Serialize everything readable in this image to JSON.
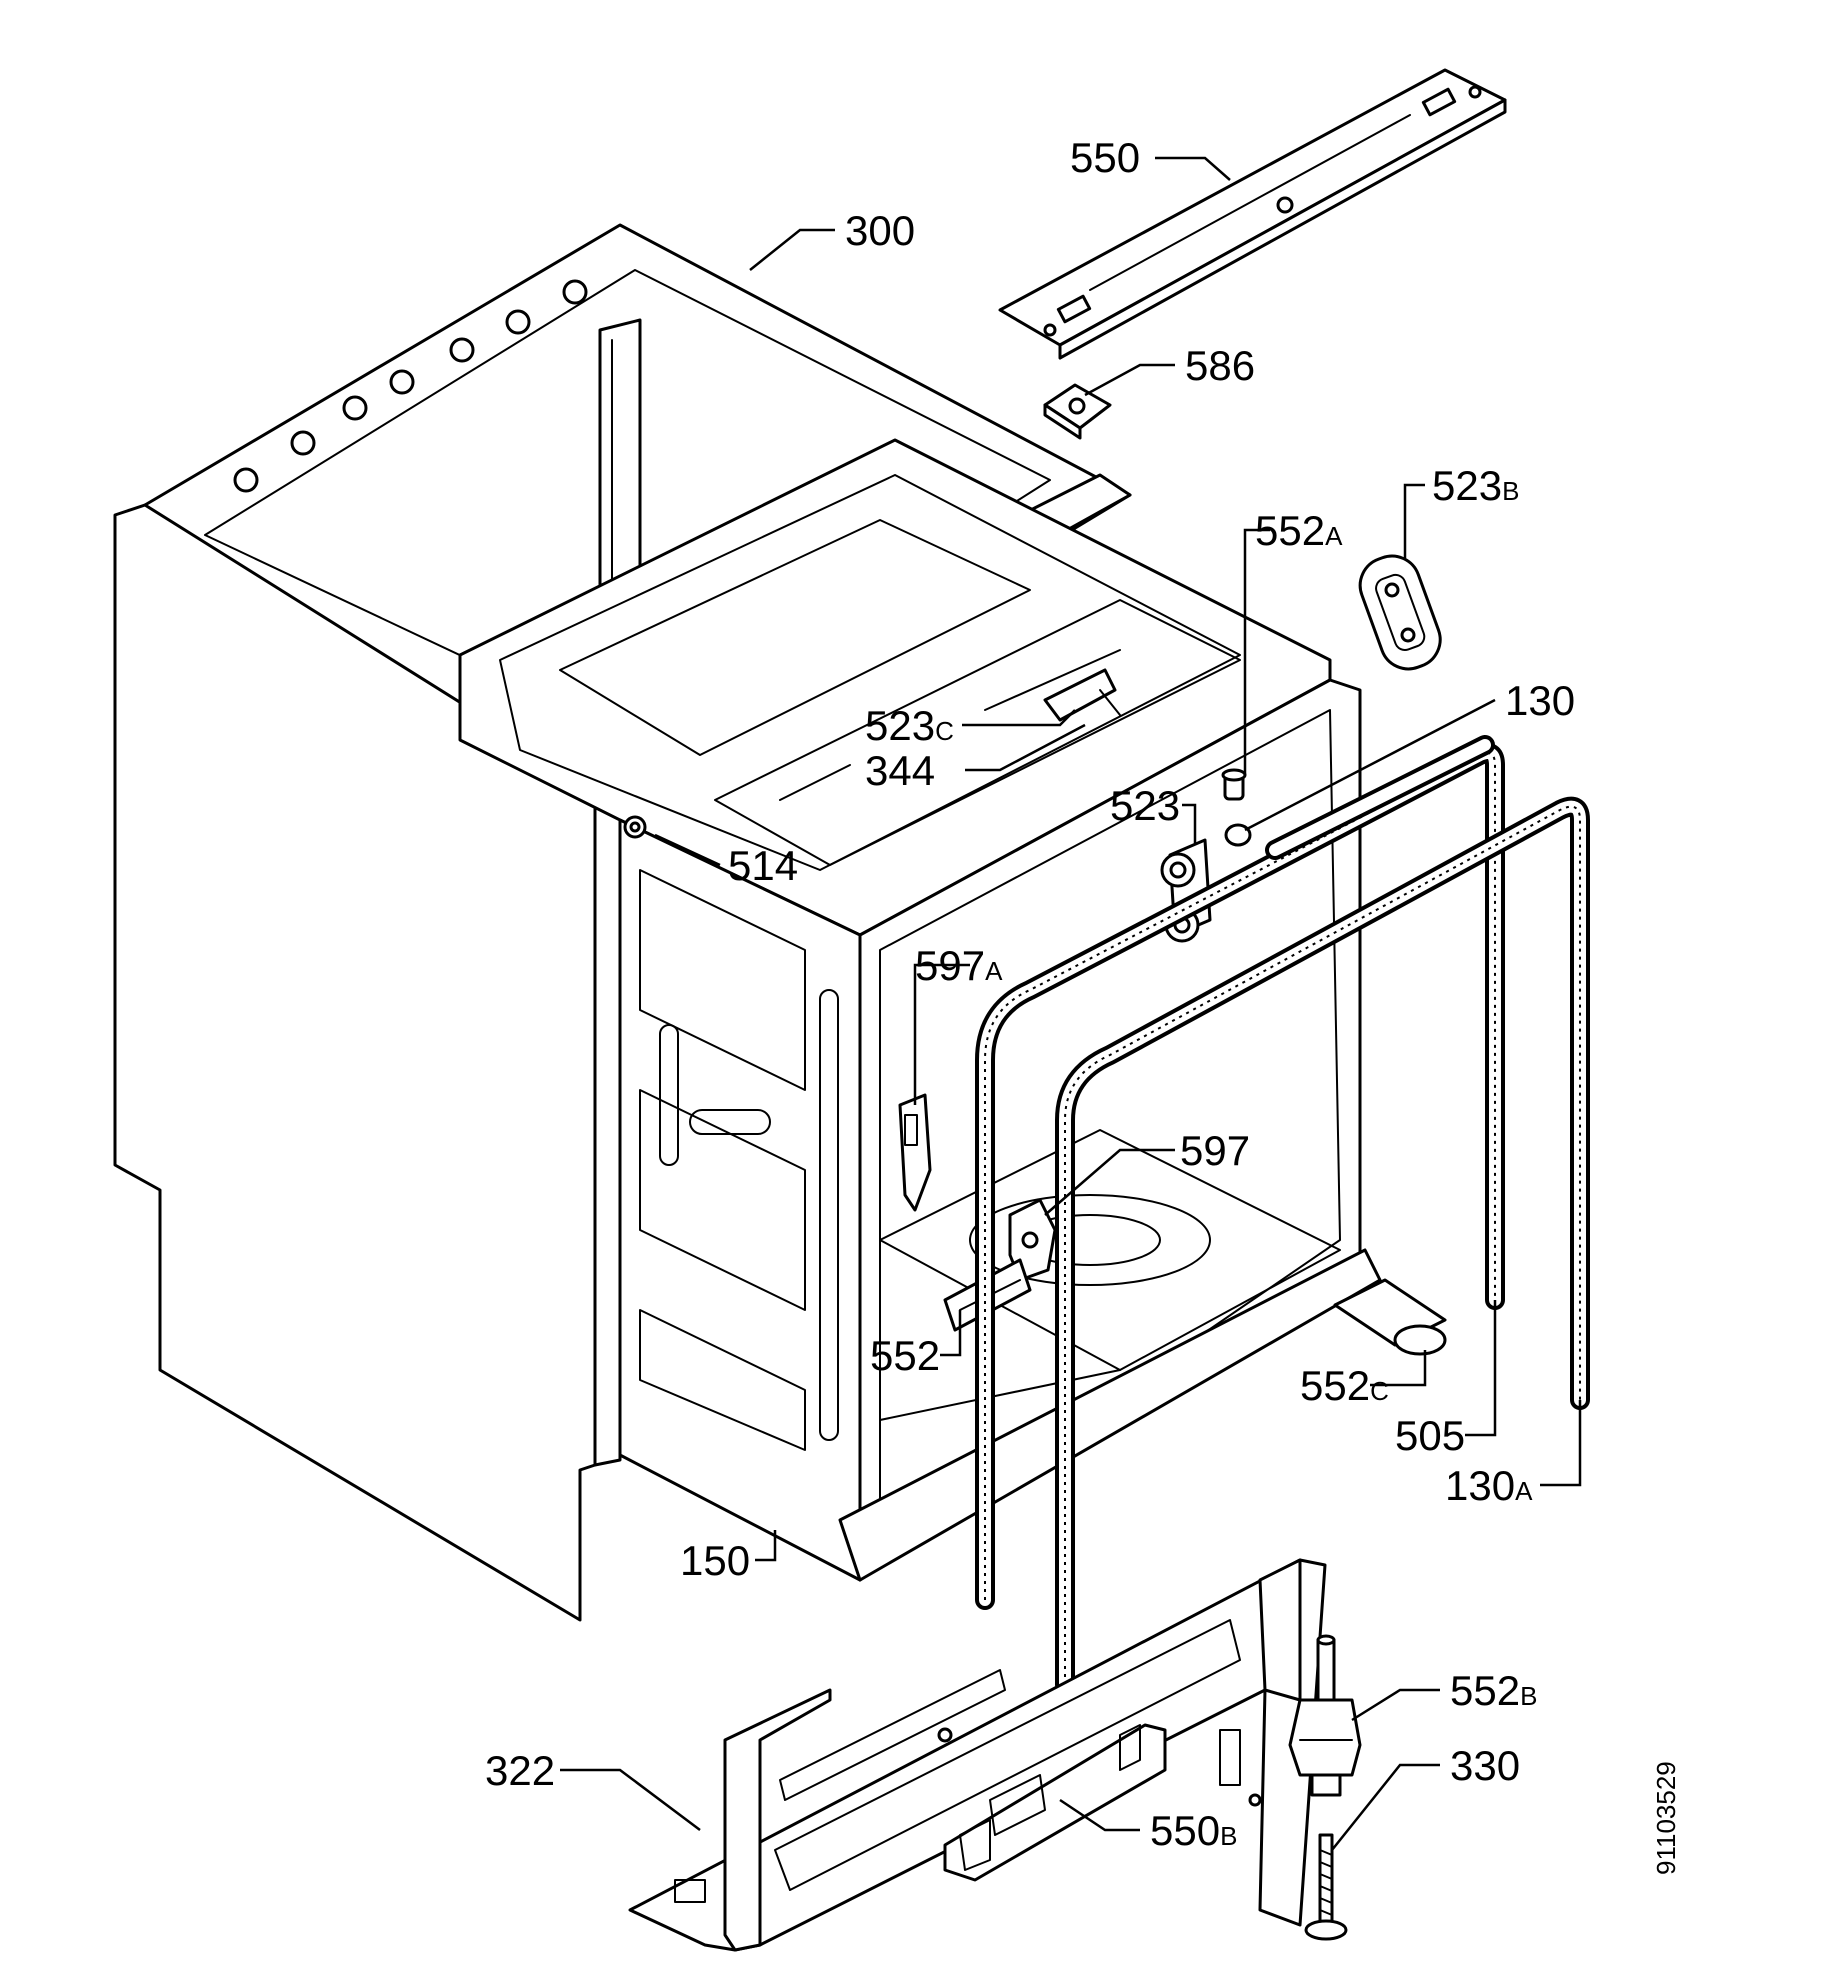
{
  "diagram": {
    "drawing_code": "91103529",
    "callouts": [
      {
        "id": "550",
        "text": "550"
      },
      {
        "id": "300",
        "text": "300"
      },
      {
        "id": "586",
        "text": "586"
      },
      {
        "id": "523B",
        "text": "523",
        "suffix": "B"
      },
      {
        "id": "552A",
        "text": "552",
        "suffix": "A"
      },
      {
        "id": "130",
        "text": "130"
      },
      {
        "id": "523C",
        "text": "523",
        "suffix": "C"
      },
      {
        "id": "344",
        "text": "344"
      },
      {
        "id": "523",
        "text": "523"
      },
      {
        "id": "514",
        "text": "514"
      },
      {
        "id": "597A",
        "text": "597",
        "suffix": "A"
      },
      {
        "id": "597",
        "text": "597"
      },
      {
        "id": "552",
        "text": "552"
      },
      {
        "id": "552C",
        "text": "552",
        "suffix": "C"
      },
      {
        "id": "505",
        "text": "505"
      },
      {
        "id": "130A",
        "text": "130",
        "suffix": "A"
      },
      {
        "id": "150",
        "text": "150"
      },
      {
        "id": "552B",
        "text": "552",
        "suffix": "B"
      },
      {
        "id": "330",
        "text": "330"
      },
      {
        "id": "322",
        "text": "322"
      },
      {
        "id": "550B",
        "text": "550",
        "suffix": "B"
      }
    ]
  }
}
